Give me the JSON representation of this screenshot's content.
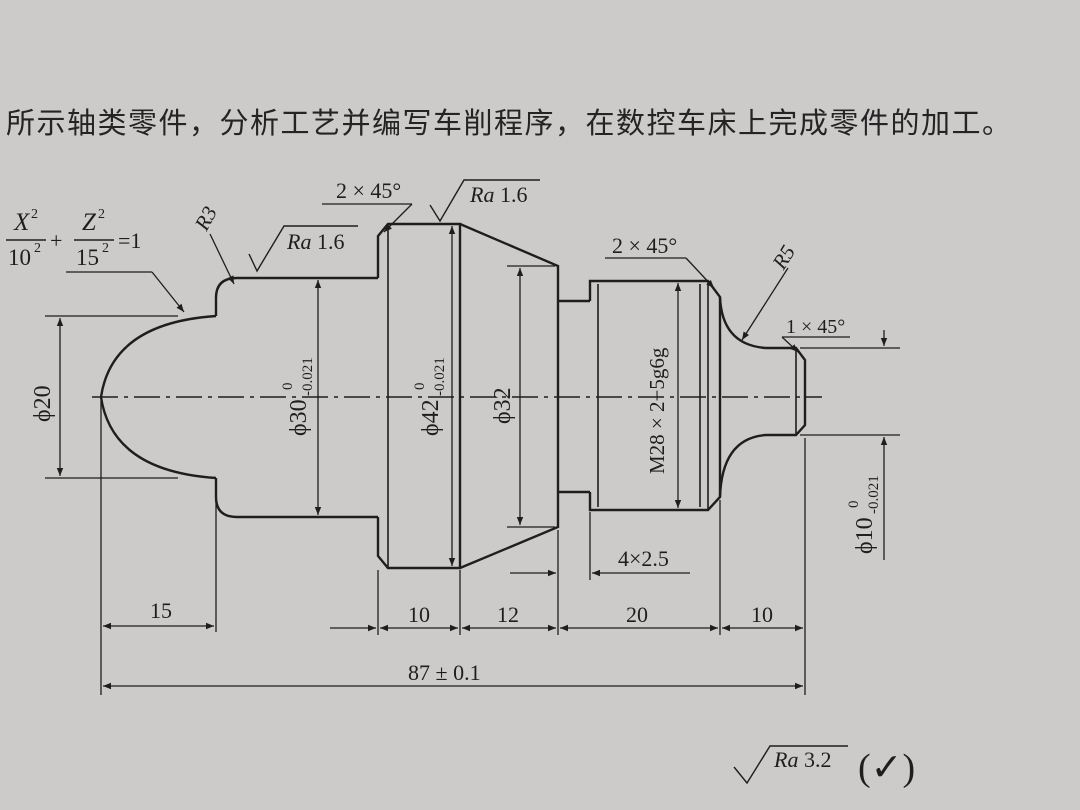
{
  "heading": "所示轴类零件，分析工艺并编写车削程序，在数控车床上完成零件的加工。",
  "ellipse_eq": {
    "x": "X",
    "z": "Z",
    "den_x": "10",
    "den_z": "15",
    "exp": "2",
    "plus": "+",
    "rhs": "=1"
  },
  "radius_labels": {
    "r3": "R3",
    "r5": "R5"
  },
  "chamfers": {
    "left": "2 × 45°",
    "right": "2 × 45°",
    "end": "1 × 45°"
  },
  "roughness": {
    "ra16_a": "Ra 1.6",
    "ra16_b": "Ra 1.6",
    "ra32": "Ra 3.2",
    "ra_prefix": "Ra",
    "ra16_val": "1.6",
    "ra32_val": "3.2",
    "general_suffix": "(✓)"
  },
  "diameters": {
    "d20": "ϕ20",
    "d30": "ϕ30",
    "d30_tol_upper": "0",
    "d30_tol_lower": "-0.021",
    "d42": "ϕ42",
    "d42_tol_upper": "0",
    "d42_tol_lower": "-0.021",
    "d32": "ϕ32",
    "thread": "M28 × 2−5g6g",
    "d10": "ϕ10",
    "d10_tol_upper": "0",
    "d10_tol_lower": "-0.021"
  },
  "groove": "4×2.5",
  "lengths": [
    "15",
    "10",
    "12",
    "20",
    "10"
  ],
  "total_length": "87 ± 0.1"
}
